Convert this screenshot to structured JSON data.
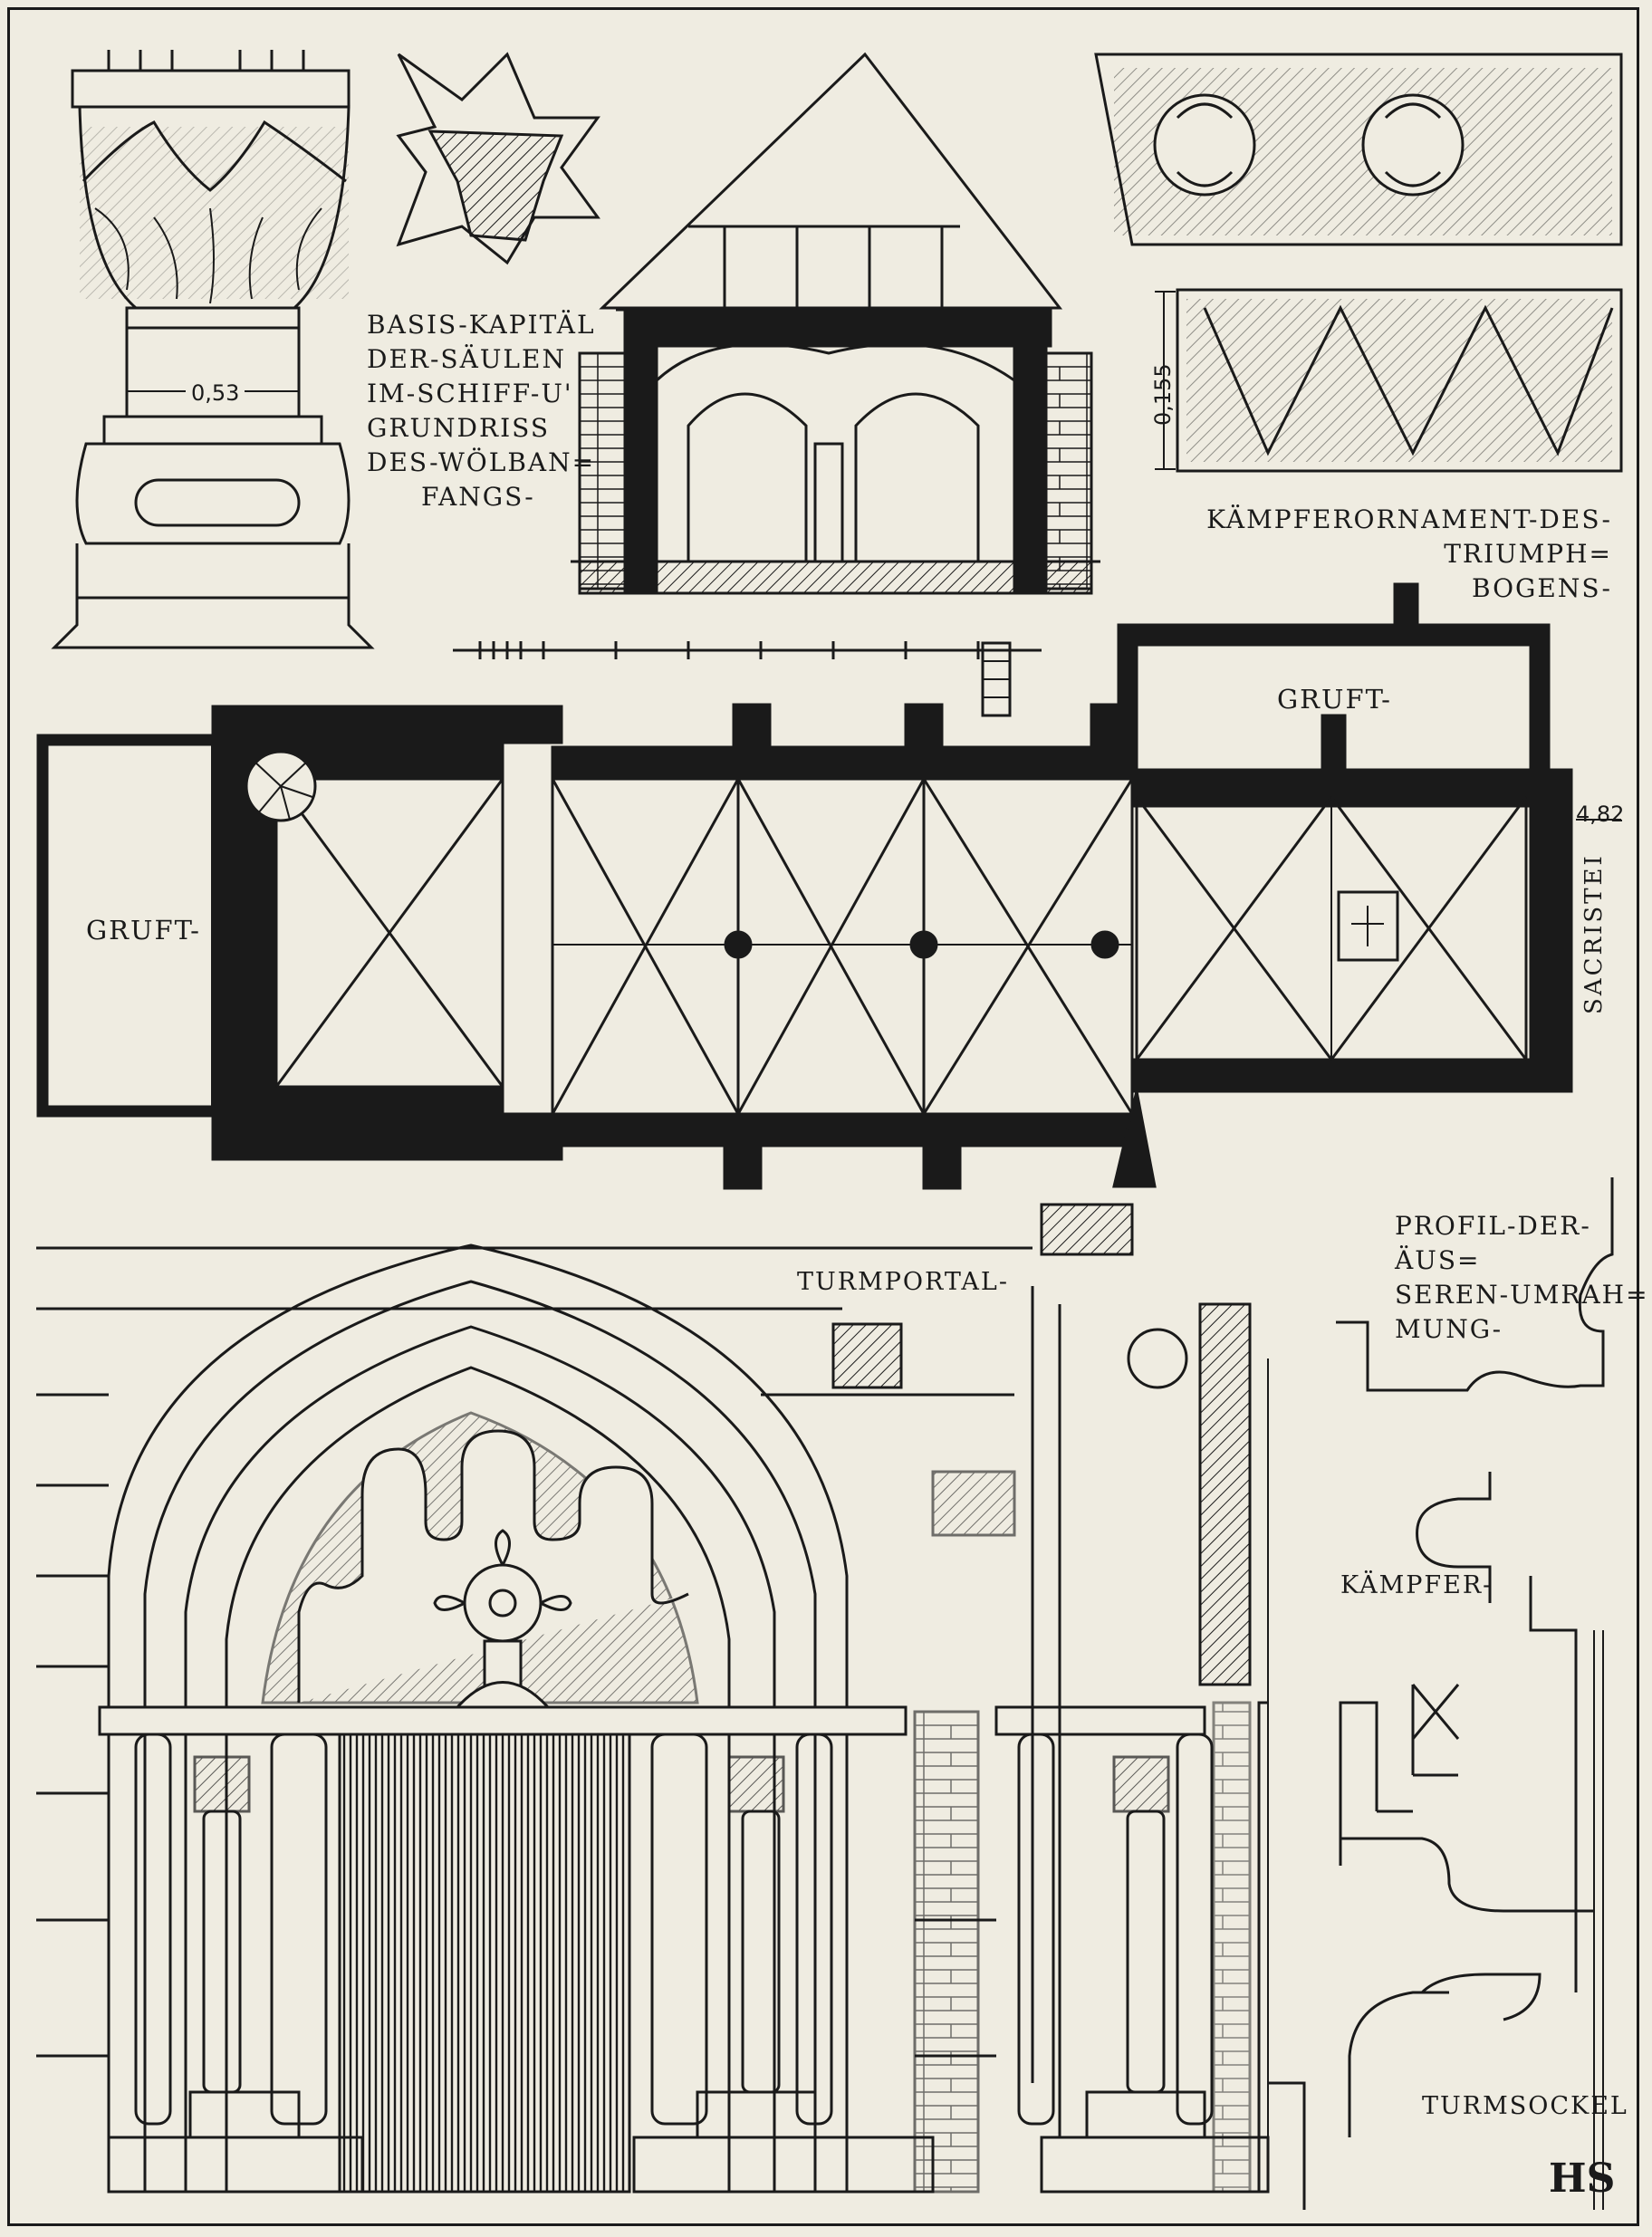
{
  "labels": {
    "capital_caption": [
      "BASIS-KAPITÄL",
      "DER-SÄULEN",
      "IM-SCHIFF-U'",
      "GRUNDRISS",
      "DES-WÖLBAN=",
      "FANGS-"
    ],
    "ornament_caption": [
      "KÄMPFERORNAMENT-DES-TRIUMPH=",
      "BOGENS-"
    ],
    "gruft_left": "GRUFT-",
    "gruft_right": "GRUFT-",
    "sacristei": "SACRISTEI",
    "turmportal": "TURMPORTAL-",
    "profil_caption": [
      "PROFIL-DER-ÄUS=",
      "SEREN-UMRAH=",
      "MUNG-"
    ],
    "kaempfer": "KÄMPFER-",
    "turmsockel": "TURMSOCKEL",
    "monogram": "HS"
  },
  "dimensions": {
    "capital_width": "0,53",
    "ornament_height": "0,155",
    "sacristy_offset": "4,82"
  },
  "colors": {
    "paper": "#efece1",
    "ink": "#1a1a1a"
  }
}
